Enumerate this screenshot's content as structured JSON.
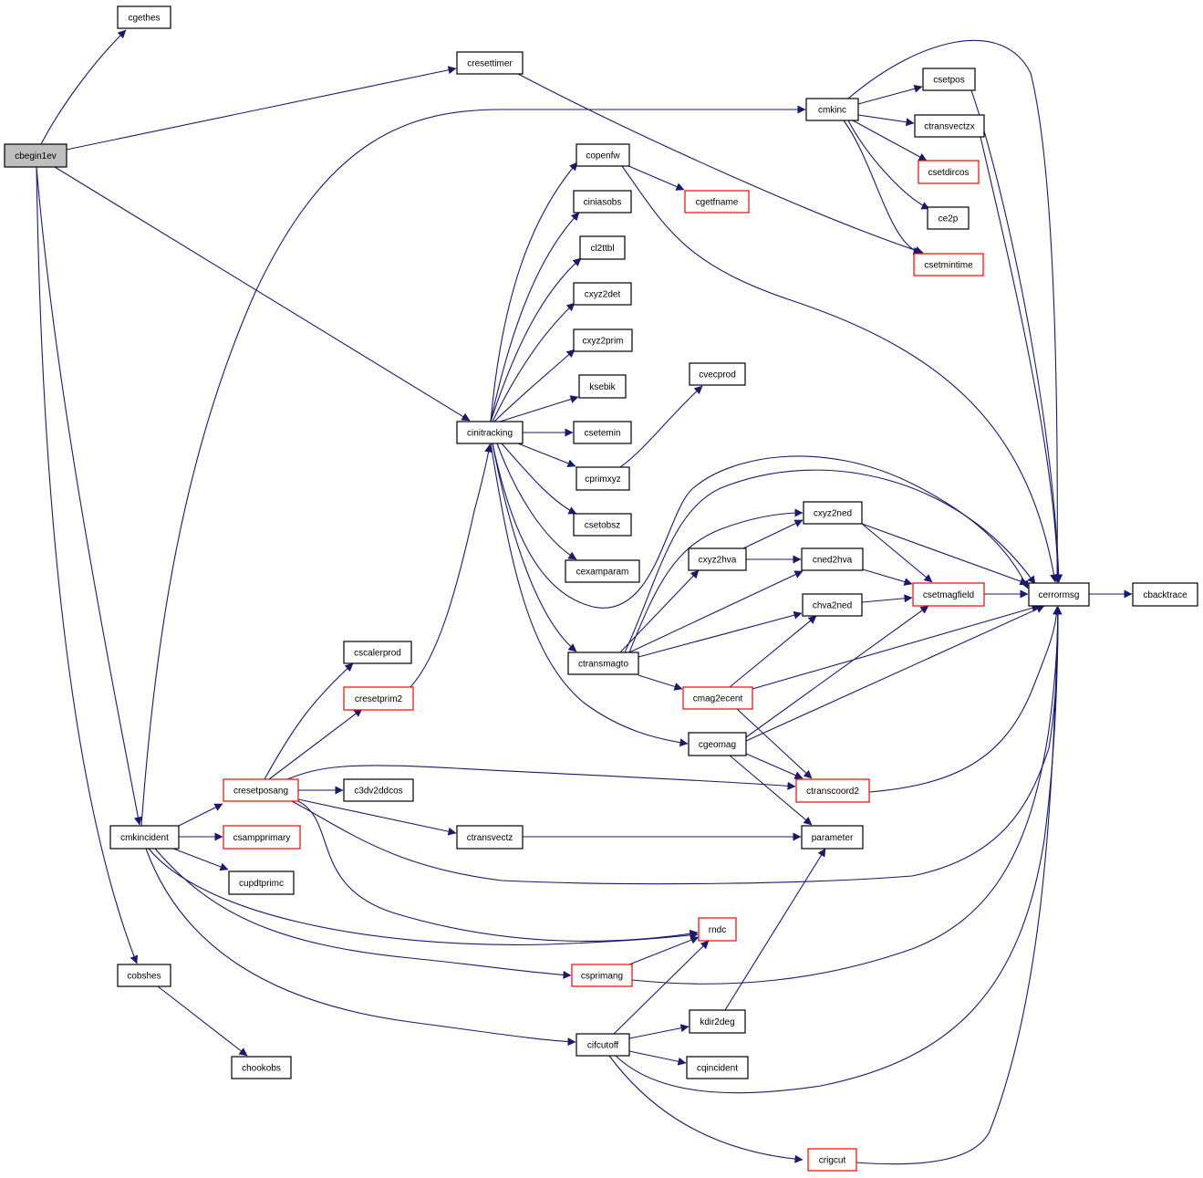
{
  "colors": {
    "edge": "#191970",
    "node_border": "#000000",
    "node_border_incomplete": "#ff0000",
    "root_fill": "#bfbfbf",
    "node_fill": "#ffffff"
  },
  "nodes": [
    {
      "id": "cbegin1ev",
      "label": "cbegin1ev",
      "style": "root"
    },
    {
      "id": "cgethes",
      "label": "cgethes",
      "style": "normal"
    },
    {
      "id": "cresettimer",
      "label": "cresettimer",
      "style": "normal"
    },
    {
      "id": "cmkinc",
      "label": "cmkinc",
      "style": "normal"
    },
    {
      "id": "csetpos",
      "label": "csetpos",
      "style": "normal"
    },
    {
      "id": "ctransvectzx",
      "label": "ctransvectzx",
      "style": "normal"
    },
    {
      "id": "csetdircos",
      "label": "csetdircos",
      "style": "red"
    },
    {
      "id": "ce2p",
      "label": "ce2p",
      "style": "normal"
    },
    {
      "id": "csetmintime",
      "label": "csetmintime",
      "style": "red"
    },
    {
      "id": "copenfw",
      "label": "copenfw",
      "style": "normal"
    },
    {
      "id": "cgetfname",
      "label": "cgetfname",
      "style": "red"
    },
    {
      "id": "ciniasobs",
      "label": "ciniasobs",
      "style": "normal"
    },
    {
      "id": "cl2tbl",
      "label": "cl2ttbl",
      "style": "normal"
    },
    {
      "id": "cxyz2det",
      "label": "cxyz2det",
      "style": "normal"
    },
    {
      "id": "cxyz2prim",
      "label": "cxyz2prim",
      "style": "normal"
    },
    {
      "id": "ksebik",
      "label": "ksebik",
      "style": "normal"
    },
    {
      "id": "cvecprod",
      "label": "cvecprod",
      "style": "normal"
    },
    {
      "id": "cinitracking",
      "label": "cinitracking",
      "style": "normal"
    },
    {
      "id": "csetemin",
      "label": "csetemin",
      "style": "normal"
    },
    {
      "id": "cprimxyz",
      "label": "cprimxyz",
      "style": "normal"
    },
    {
      "id": "csetobsz",
      "label": "csetobsz",
      "style": "normal"
    },
    {
      "id": "cexamparam",
      "label": "cexamparam",
      "style": "normal"
    },
    {
      "id": "cxyz2ned",
      "label": "cxyz2ned",
      "style": "normal"
    },
    {
      "id": "cxyz2hva",
      "label": "cxyz2hva",
      "style": "normal"
    },
    {
      "id": "cned2hva",
      "label": "cned2hva",
      "style": "normal"
    },
    {
      "id": "chva2ned",
      "label": "chva2ned",
      "style": "normal"
    },
    {
      "id": "csetmagfield",
      "label": "csetmagfield",
      "style": "red"
    },
    {
      "id": "cerrormsg",
      "label": "cerrormsg",
      "style": "normal"
    },
    {
      "id": "cbacktrace",
      "label": "cbacktrace",
      "style": "normal"
    },
    {
      "id": "ctransmagto",
      "label": "ctransmagto",
      "style": "normal"
    },
    {
      "id": "cmag2ecent",
      "label": "cmag2ecent",
      "style": "red"
    },
    {
      "id": "cgeomag",
      "label": "cgeomag",
      "style": "normal"
    },
    {
      "id": "ctranscoord2",
      "label": "ctranscoord2",
      "style": "red"
    },
    {
      "id": "cscalerprod",
      "label": "cscalerprod",
      "style": "normal"
    },
    {
      "id": "cresetprim2",
      "label": "cresetprim2",
      "style": "red"
    },
    {
      "id": "cresetposang",
      "label": "cresetposang",
      "style": "red"
    },
    {
      "id": "c3dv2ddcos",
      "label": "c3dv2ddcos",
      "style": "normal"
    },
    {
      "id": "cmkincident",
      "label": "cmkincident",
      "style": "normal"
    },
    {
      "id": "csampprimary",
      "label": "csampprimary",
      "style": "red"
    },
    {
      "id": "ctransvectz",
      "label": "ctransvectz",
      "style": "normal"
    },
    {
      "id": "parameter",
      "label": "parameter",
      "style": "normal"
    },
    {
      "id": "cupdtprimc",
      "label": "cupdtprimc",
      "style": "normal"
    },
    {
      "id": "rndc",
      "label": "rndc",
      "style": "red"
    },
    {
      "id": "cobshes",
      "label": "cobshes",
      "style": "normal"
    },
    {
      "id": "csprimang",
      "label": "csprimang",
      "style": "red"
    },
    {
      "id": "kdir2deg",
      "label": "kdir2deg",
      "style": "normal"
    },
    {
      "id": "chookobs",
      "label": "chookobs",
      "style": "normal"
    },
    {
      "id": "cifcutoff",
      "label": "cifcutoff",
      "style": "normal"
    },
    {
      "id": "cqincident",
      "label": "cqincident",
      "style": "normal"
    },
    {
      "id": "crigcut",
      "label": "crigcut",
      "style": "red"
    }
  ],
  "edges": [
    {
      "from": "cbegin1ev",
      "to": "cgethes"
    },
    {
      "from": "cbegin1ev",
      "to": "cresettimer"
    },
    {
      "from": "cbegin1ev",
      "to": "cinitracking"
    },
    {
      "from": "cbegin1ev",
      "to": "cmkincident"
    },
    {
      "from": "cbegin1ev",
      "to": "cobshes"
    },
    {
      "from": "cresettimer",
      "to": "csetmintime"
    },
    {
      "from": "cmkinc",
      "to": "csetpos"
    },
    {
      "from": "cmkinc",
      "to": "ctransvectzx"
    },
    {
      "from": "cmkinc",
      "to": "csetdircos"
    },
    {
      "from": "cmkinc",
      "to": "ce2p"
    },
    {
      "from": "cmkinc",
      "to": "csetmintime"
    },
    {
      "from": "cmkinc",
      "to": "cerrormsg"
    },
    {
      "from": "csetpos",
      "to": "cerrormsg"
    },
    {
      "from": "ctransvectzx",
      "to": "cerrormsg"
    },
    {
      "from": "copenfw",
      "to": "cgetfname"
    },
    {
      "from": "copenfw",
      "to": "cerrormsg"
    },
    {
      "from": "cinitracking",
      "to": "copenfw"
    },
    {
      "from": "cinitracking",
      "to": "ciniasobs"
    },
    {
      "from": "cinitracking",
      "to": "cl2tbl"
    },
    {
      "from": "cinitracking",
      "to": "cxyz2det"
    },
    {
      "from": "cinitracking",
      "to": "cxyz2prim"
    },
    {
      "from": "cinitracking",
      "to": "ksebik"
    },
    {
      "from": "cinitracking",
      "to": "csetemin"
    },
    {
      "from": "cinitracking",
      "to": "cprimxyz"
    },
    {
      "from": "cinitracking",
      "to": "csetobsz"
    },
    {
      "from": "cinitracking",
      "to": "cexamparam"
    },
    {
      "from": "cinitracking",
      "to": "ctransmagto"
    },
    {
      "from": "cinitracking",
      "to": "cgeomag"
    },
    {
      "from": "cinitracking",
      "to": "cerrormsg"
    },
    {
      "from": "cprimxyz",
      "to": "cvecprod"
    },
    {
      "from": "ctransmagto",
      "to": "cxyz2ned"
    },
    {
      "from": "ctransmagto",
      "to": "cxyz2hva"
    },
    {
      "from": "ctransmagto",
      "to": "cned2hva"
    },
    {
      "from": "ctransmagto",
      "to": "chva2ned"
    },
    {
      "from": "ctransmagto",
      "to": "cmag2ecent"
    },
    {
      "from": "ctransmagto",
      "to": "cerrormsg"
    },
    {
      "from": "cxyz2hva",
      "to": "cxyz2ned"
    },
    {
      "from": "cxyz2hva",
      "to": "cned2hva"
    },
    {
      "from": "cxyz2ned",
      "to": "csetmagfield"
    },
    {
      "from": "cxyz2ned",
      "to": "cerrormsg"
    },
    {
      "from": "cned2hva",
      "to": "csetmagfield"
    },
    {
      "from": "chva2ned",
      "to": "csetmagfield"
    },
    {
      "from": "csetmagfield",
      "to": "cerrormsg"
    },
    {
      "from": "cerrormsg",
      "to": "cbacktrace"
    },
    {
      "from": "cmag2ecent",
      "to": "chva2ned"
    },
    {
      "from": "cmag2ecent",
      "to": "ctranscoord2"
    },
    {
      "from": "cmag2ecent",
      "to": "cerrormsg"
    },
    {
      "from": "cgeomag",
      "to": "csetmagfield"
    },
    {
      "from": "cgeomag",
      "to": "ctranscoord2"
    },
    {
      "from": "cgeomag",
      "to": "parameter"
    },
    {
      "from": "cgeomag",
      "to": "cerrormsg"
    },
    {
      "from": "ctranscoord2",
      "to": "cerrormsg"
    },
    {
      "from": "cmkincident",
      "to": "cmkinc"
    },
    {
      "from": "cmkincident",
      "to": "cresetposang"
    },
    {
      "from": "cmkincident",
      "to": "csampprimary"
    },
    {
      "from": "cmkincident",
      "to": "cupdtprimc"
    },
    {
      "from": "cmkincident",
      "to": "csprimang"
    },
    {
      "from": "cmkincident",
      "to": "rndc"
    },
    {
      "from": "cmkincident",
      "to": "cifcutoff"
    },
    {
      "from": "cresetposang",
      "to": "cscalerprod"
    },
    {
      "from": "cresetposang",
      "to": "cresetprim2"
    },
    {
      "from": "cresetposang",
      "to": "c3dv2ddcos"
    },
    {
      "from": "cresetposang",
      "to": "ctransvectz"
    },
    {
      "from": "cresetposang",
      "to": "ctranscoord2"
    },
    {
      "from": "cresetposang",
      "to": "rndc"
    },
    {
      "from": "cresetposang",
      "to": "cerrormsg"
    },
    {
      "from": "cresetprim2",
      "to": "cinitracking"
    },
    {
      "from": "ctransvectz",
      "to": "parameter"
    },
    {
      "from": "csprimang",
      "to": "rndc"
    },
    {
      "from": "csprimang",
      "to": "cerrormsg"
    },
    {
      "from": "cobshes",
      "to": "chookobs"
    },
    {
      "from": "cifcutoff",
      "to": "rndc"
    },
    {
      "from": "cifcutoff",
      "to": "kdir2deg"
    },
    {
      "from": "cifcutoff",
      "to": "cqincident"
    },
    {
      "from": "cifcutoff",
      "to": "crigcut"
    },
    {
      "from": "cifcutoff",
      "to": "cerrormsg"
    },
    {
      "from": "kdir2deg",
      "to": "parameter"
    },
    {
      "from": "crigcut",
      "to": "cerrormsg"
    }
  ]
}
